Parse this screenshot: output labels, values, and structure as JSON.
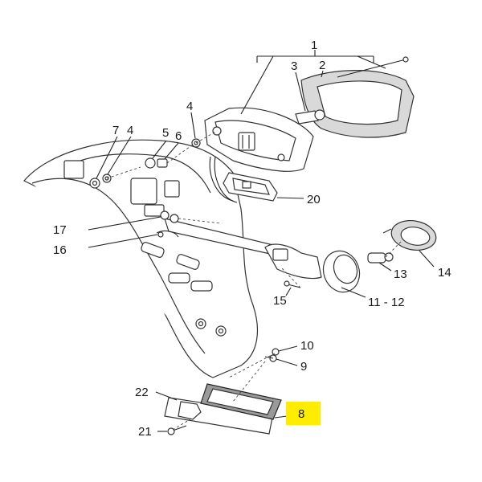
{
  "diagram": {
    "accent_highlight": "#ffec00",
    "callouts": [
      {
        "id": "c1",
        "text": "1"
      },
      {
        "id": "c2",
        "text": "2"
      },
      {
        "id": "c3",
        "text": "3"
      },
      {
        "id": "c4a",
        "text": "4"
      },
      {
        "id": "c4b",
        "text": "4"
      },
      {
        "id": "c5",
        "text": "5"
      },
      {
        "id": "c6",
        "text": "6"
      },
      {
        "id": "c7",
        "text": "7"
      },
      {
        "id": "c8",
        "text": "8"
      },
      {
        "id": "c9",
        "text": "9"
      },
      {
        "id": "c10",
        "text": "10"
      },
      {
        "id": "c11",
        "text": "11 - 12"
      },
      {
        "id": "c13",
        "text": "13"
      },
      {
        "id": "c14",
        "text": "14"
      },
      {
        "id": "c15",
        "text": "15"
      },
      {
        "id": "c16",
        "text": "16"
      },
      {
        "id": "c17",
        "text": "17"
      },
      {
        "id": "c20",
        "text": "20"
      },
      {
        "id": "c21",
        "text": "21"
      },
      {
        "id": "c22",
        "text": "22"
      }
    ],
    "highlighted_callout": "8"
  }
}
